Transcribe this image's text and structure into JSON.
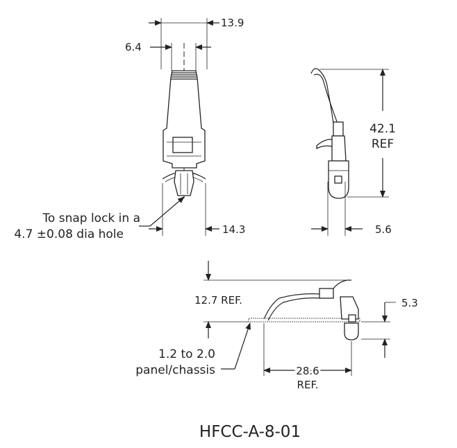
{
  "labels": {
    "dim_top_width": "13.9",
    "dim_upper_width": "6.4",
    "dim_base_width": "14.3",
    "dim_side_height_value": "42.1",
    "dim_side_height_ref": "REF",
    "dim_side_offset": "5.6",
    "dim_installed_height": "12.7  REF.",
    "dim_head_height": "5.3",
    "dim_length_value": "28.6",
    "dim_length_ref": "REF.",
    "note_hole_line1": "To snap lock in a",
    "note_hole_line2": "4.7 ±0.08 dia hole",
    "note_panel_line1": "1.2 to 2.0",
    "note_panel_line2": "panel/chassis",
    "part_number": "HFCC-A-8-01"
  }
}
